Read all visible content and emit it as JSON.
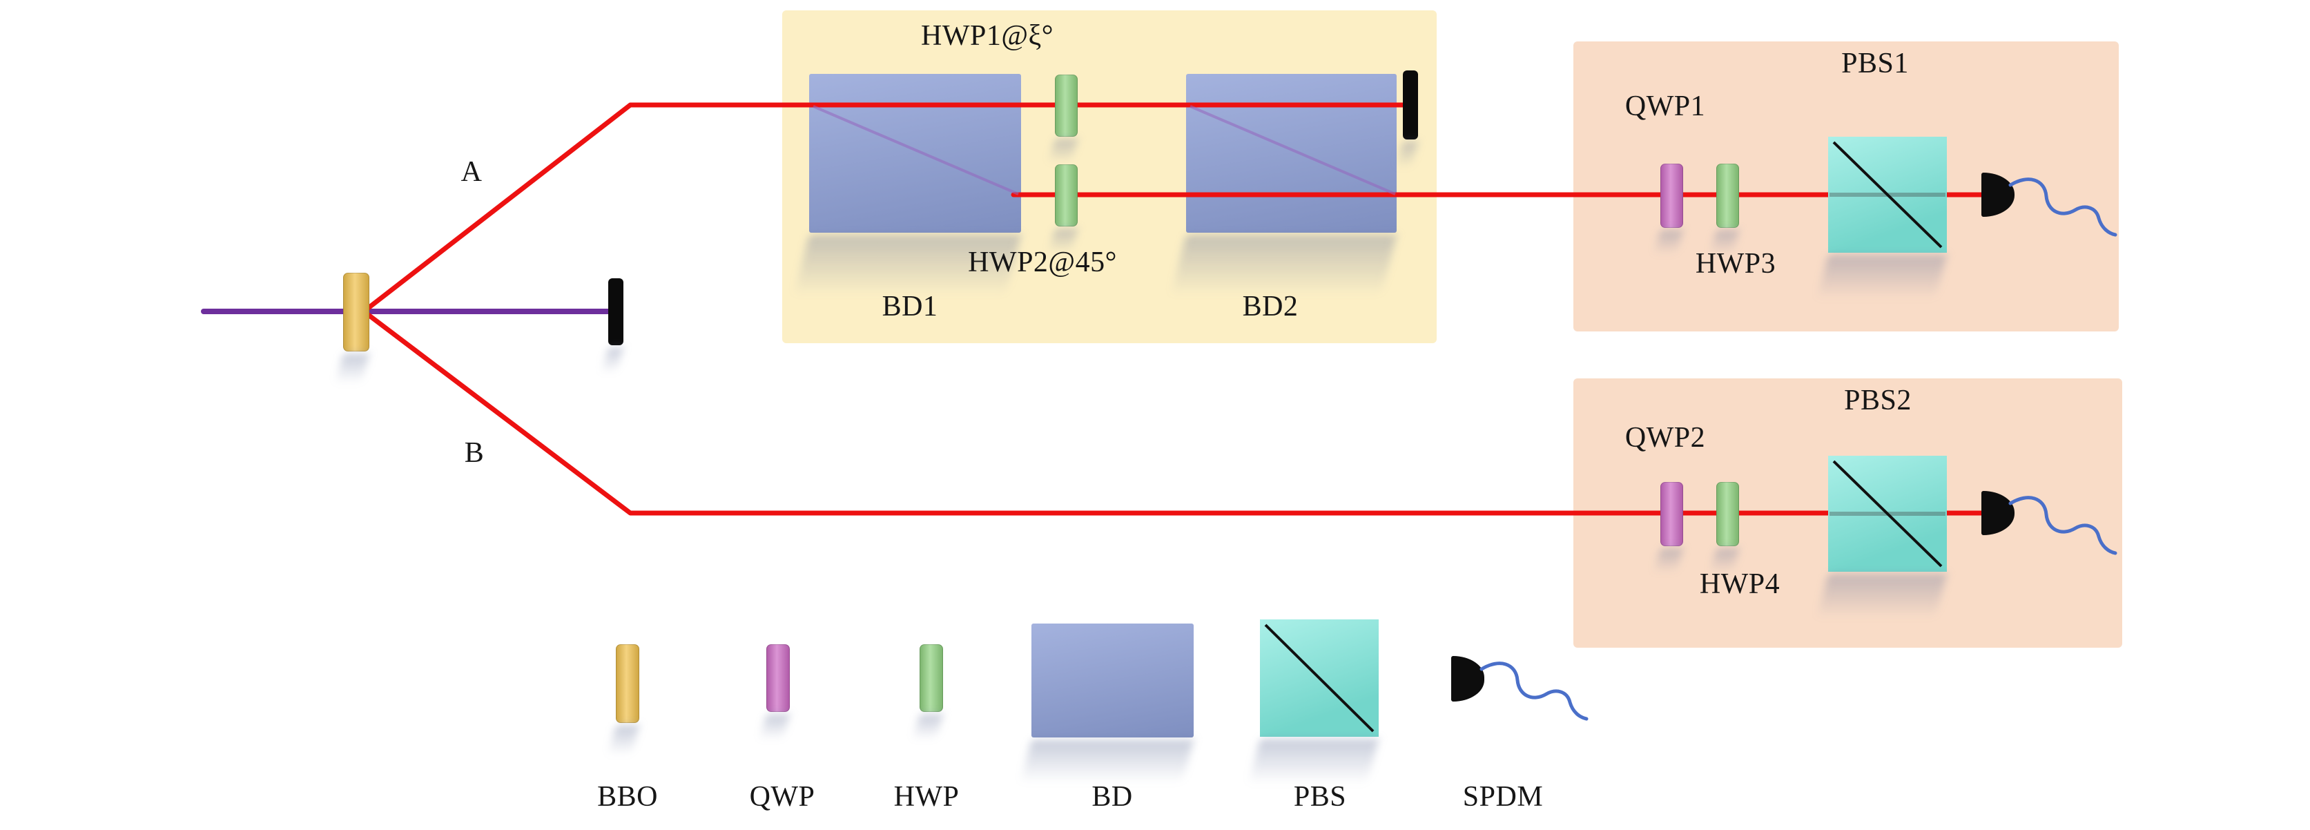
{
  "diagram": {
    "source": {
      "path_a_label": "A",
      "path_b_label": "B"
    },
    "interferometer": {
      "hwp1_label": "HWP1@ξ°",
      "hwp2_label": "HWP2@45°",
      "bd1_label": "BD1",
      "bd2_label": "BD2"
    },
    "measurement_a": {
      "qwp_label": "QWP1",
      "hwp_label": "HWP3",
      "pbs_label": "PBS1"
    },
    "measurement_b": {
      "qwp_label": "QWP2",
      "hwp_label": "HWP4",
      "pbs_label": "PBS2"
    }
  },
  "legend": {
    "items": [
      {
        "id": "bbo-crystal-icon",
        "label": "BBO"
      },
      {
        "id": "qwp-plate-icon",
        "label": "QWP"
      },
      {
        "id": "hwp-plate-icon",
        "label": "HWP"
      },
      {
        "id": "bd-cube-icon",
        "label": "BD"
      },
      {
        "id": "pbs-cube-icon",
        "label": "PBS"
      },
      {
        "id": "spdm-detector-icon",
        "label": "SPDM"
      }
    ]
  },
  "colors": {
    "beam_red": "#ed1111",
    "pump_purple": "#6d2f9c",
    "bbo_yellow": "#f0c04a",
    "qwp_magenta": "#cb67c2",
    "hwp_green": "#8ed17e",
    "bd_blue": "#8d9fd6",
    "pbs_cyan": "#7de8dc",
    "region_yellow": "#fcefc5",
    "region_orange": "#f9dcc7",
    "wire_blue": "#4a6fc9",
    "stop_black": "#0b0b0b"
  }
}
